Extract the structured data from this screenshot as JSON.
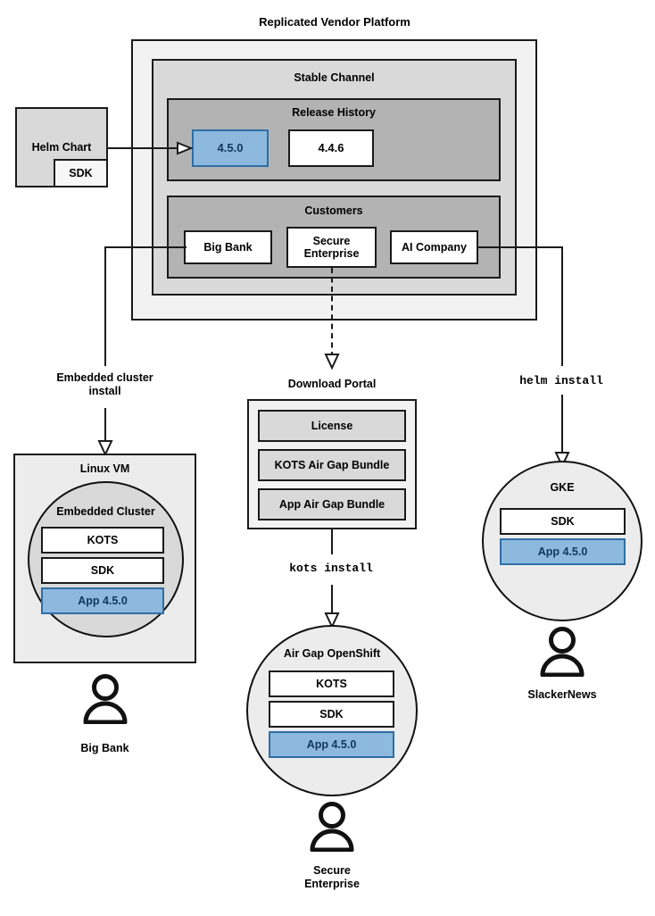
{
  "diagram": {
    "title": "Replicated Vendor Platform",
    "platform": {
      "stable_channel": {
        "title": "Stable Channel",
        "release_history": {
          "title": "Release History",
          "releases": [
            {
              "version": "4.5.0",
              "highlighted": true
            },
            {
              "version": "4.4.6",
              "highlighted": false
            }
          ]
        },
        "customers": {
          "title": "Customers",
          "items": [
            {
              "name": "Big Bank"
            },
            {
              "name": "Secure Enterprise"
            },
            {
              "name": "AI Company"
            }
          ]
        }
      }
    },
    "helm_chart": {
      "title": "Helm Chart",
      "sdk_label": "SDK"
    },
    "flows": [
      {
        "label": "Embedded cluster install",
        "style": "solid"
      },
      {
        "label": "Download Portal",
        "style": "dashed"
      },
      {
        "label": "helm install",
        "style": "solid",
        "mono": true
      }
    ],
    "download_portal": {
      "title": "Download Portal",
      "artifacts": [
        "License",
        "KOTS Air Gap Bundle",
        "App Air Gap Bundle"
      ],
      "install_command": "kots install"
    },
    "environments": [
      {
        "host_label": "Linux VM",
        "shape_label": "Embedded Cluster",
        "components": [
          {
            "label": "KOTS",
            "highlighted": false
          },
          {
            "label": "SDK",
            "highlighted": false
          },
          {
            "label": "App 4.5.0",
            "highlighted": true
          }
        ],
        "persona": "Big Bank"
      },
      {
        "host_label": "Air Gap OpenShift",
        "components": [
          {
            "label": "KOTS",
            "highlighted": false
          },
          {
            "label": "SDK",
            "highlighted": false
          },
          {
            "label": "App 4.5.0",
            "highlighted": true
          }
        ],
        "persona": "Secure\nEnterprise",
        "persona_line1": "Secure",
        "persona_line2": "Enterprise"
      },
      {
        "host_label": "GKE",
        "components": [
          {
            "label": "SDK",
            "highlighted": false
          },
          {
            "label": "App 4.5.0",
            "highlighted": true
          }
        ],
        "persona": "SlackerNews"
      }
    ],
    "labels": {
      "embedded_install_line1": "Embedded cluster",
      "embedded_install_line2": "install",
      "helm_install": "helm install",
      "kots_install": "kots install"
    },
    "colors": {
      "accent_blue_fill": "#8cb9dd",
      "accent_blue_border": "#2f6ea6",
      "accent_blue_text": "#14365c",
      "outer_container": "#f2f2f2",
      "mid_container": "#d9d9d9",
      "inner_container": "#b3b3b3",
      "stroke": "#1a1a1a"
    }
  }
}
